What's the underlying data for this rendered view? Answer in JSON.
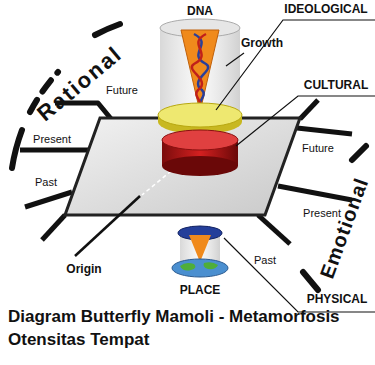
{
  "diagram": {
    "title": "Diagram Butterfly Mamoli - Metamorfosis Otensitas Tempat",
    "labels": [
      "DNA",
      "IDEOLOGICAL",
      "Growth",
      "CULTURAL",
      "Future",
      "Future",
      "Present",
      "Present",
      "Past",
      "Past",
      "Origin",
      "PLACE",
      "PHYSICAL",
      "Rational",
      "Emotional"
    ]
  }
}
